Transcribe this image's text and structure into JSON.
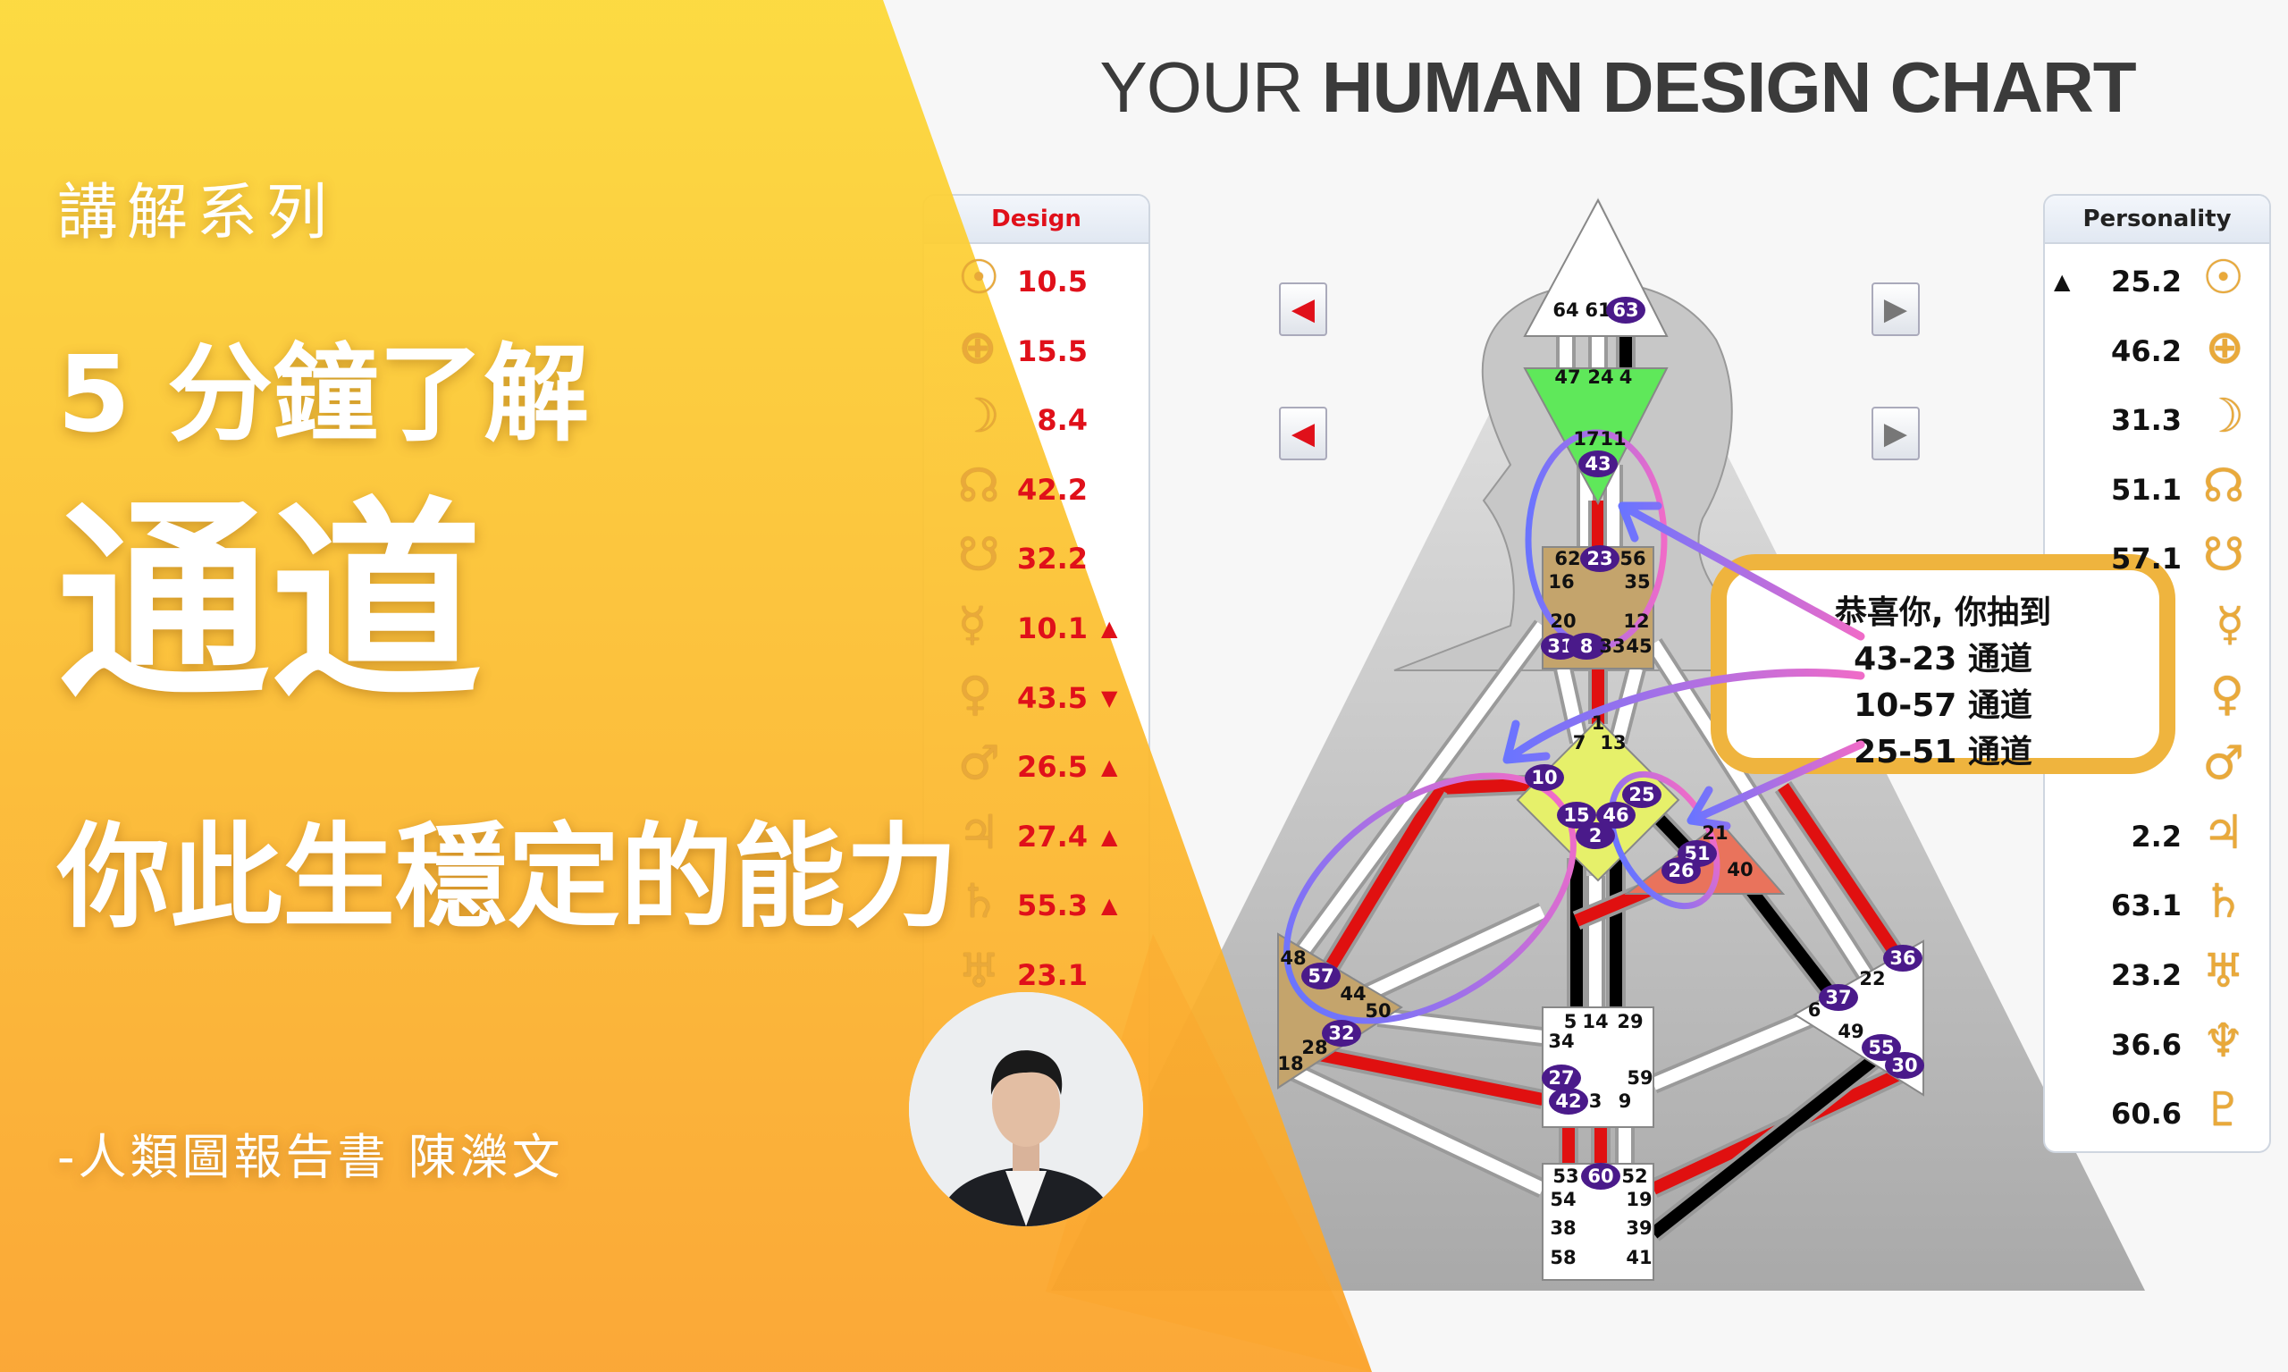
{
  "title": {
    "light": "YOUR ",
    "bold": "HUMAN DESIGN CHART"
  },
  "thumbnail": {
    "series_label": "講解系列",
    "headline": "5 分鐘了解",
    "topic": "通道",
    "subtitle": "你此生穩定的能力",
    "author": "-人類圖報告書 陳濼文",
    "colors": {
      "panel_top": "#fdd835",
      "panel_bottom": "#fba229",
      "text": "#ffffff"
    }
  },
  "design_panel": {
    "header": "Design",
    "color": "#e0101a",
    "rows": [
      {
        "glyph": "☉",
        "value": "10.5",
        "dir": ""
      },
      {
        "glyph": "⊕",
        "value": "15.5",
        "dir": ""
      },
      {
        "glyph": "☽",
        "value": "8.4",
        "dir": ""
      },
      {
        "glyph": "☊",
        "value": "42.2",
        "dir": ""
      },
      {
        "glyph": "☋",
        "value": "32.2",
        "dir": ""
      },
      {
        "glyph": "☿",
        "value": "10.1",
        "dir": "▲"
      },
      {
        "glyph": "♀",
        "value": "43.5",
        "dir": "▼"
      },
      {
        "glyph": "♂",
        "value": "26.5",
        "dir": "▲"
      },
      {
        "glyph": "♃",
        "value": "27.4",
        "dir": "▲"
      },
      {
        "glyph": "♄",
        "value": "55.3",
        "dir": "▲"
      },
      {
        "glyph": "♅",
        "value": "23.1",
        "dir": ""
      }
    ]
  },
  "personality_panel": {
    "header": "Personality",
    "color": "#111111",
    "rows": [
      {
        "glyph": "☉",
        "value": "25.2",
        "dir": "▲"
      },
      {
        "glyph": "⊕",
        "value": "46.2",
        "dir": ""
      },
      {
        "glyph": "☽",
        "value": "31.3",
        "dir": ""
      },
      {
        "glyph": "☊",
        "value": "51.1",
        "dir": ""
      },
      {
        "glyph": "☋",
        "value": "57.1",
        "dir": ""
      },
      {
        "glyph": "☿",
        "value": "",
        "dir": ""
      },
      {
        "glyph": "♀",
        "value": "",
        "dir": ""
      },
      {
        "glyph": "♂",
        "value": "",
        "dir": ""
      },
      {
        "glyph": "♃",
        "value": "2.2",
        "dir": ""
      },
      {
        "glyph": "♄",
        "value": "63.1",
        "dir": ""
      },
      {
        "glyph": "♅",
        "value": "23.2",
        "dir": ""
      },
      {
        "glyph": "♆",
        "value": "36.6",
        "dir": ""
      },
      {
        "glyph": "♇",
        "value": "60.6",
        "dir": ""
      }
    ]
  },
  "nav": {
    "left_icon": "red-arrow-left-icon",
    "right_icon": "gray-arrow-right-icon",
    "left_glyph": "◀",
    "right_glyph": "▶"
  },
  "callout": {
    "lines": [
      "恭喜你, 你抽到",
      "43-23 通道",
      "10-57 通道",
      "25-51 通道"
    ],
    "border_color": "#efb43e"
  },
  "bodygraph": {
    "active_gate_color": "#4a1a8a",
    "centers": {
      "head": {
        "color": "#ffffff",
        "gates": [
          {
            "n": "64"
          },
          {
            "n": "61"
          },
          {
            "n": "63",
            "active": true
          }
        ]
      },
      "ajna": {
        "color": "#5fe85a",
        "gates": [
          {
            "n": "47"
          },
          {
            "n": "24"
          },
          {
            "n": "4"
          },
          {
            "n": "17"
          },
          {
            "n": "11"
          },
          {
            "n": "43",
            "active": true
          }
        ]
      },
      "throat": {
        "color": "#c4a46c",
        "gates": [
          {
            "n": "62"
          },
          {
            "n": "23",
            "active": true
          },
          {
            "n": "56"
          },
          {
            "n": "16"
          },
          {
            "n": "35"
          },
          {
            "n": "20"
          },
          {
            "n": "12"
          },
          {
            "n": "31",
            "active": true
          },
          {
            "n": "8",
            "active": true
          },
          {
            "n": "33"
          },
          {
            "n": "45"
          }
        ]
      },
      "g": {
        "color": "#e6f06a",
        "gates": [
          {
            "n": "1"
          },
          {
            "n": "7"
          },
          {
            "n": "13"
          },
          {
            "n": "10",
            "active": true
          },
          {
            "n": "25",
            "active": true
          },
          {
            "n": "15",
            "active": true
          },
          {
            "n": "46",
            "active": true
          },
          {
            "n": "2",
            "active": true
          }
        ]
      },
      "heart": {
        "color": "#e9735c",
        "gates": [
          {
            "n": "21"
          },
          {
            "n": "51",
            "active": true
          },
          {
            "n": "26",
            "active": true
          },
          {
            "n": "40"
          }
        ]
      },
      "spleen": {
        "color": "#c4a46c",
        "gates": [
          {
            "n": "48"
          },
          {
            "n": "57",
            "active": true
          },
          {
            "n": "44"
          },
          {
            "n": "50"
          },
          {
            "n": "32",
            "active": true
          },
          {
            "n": "28"
          },
          {
            "n": "18"
          }
        ]
      },
      "solar_plexus": {
        "color": "#ffffff",
        "gates": [
          {
            "n": "36",
            "active": true
          },
          {
            "n": "22"
          },
          {
            "n": "37",
            "active": true
          },
          {
            "n": "6"
          },
          {
            "n": "49"
          },
          {
            "n": "55",
            "active": true
          },
          {
            "n": "30",
            "active": true
          }
        ]
      },
      "sacral": {
        "color": "#ffffff",
        "gates": [
          {
            "n": "5"
          },
          {
            "n": "14"
          },
          {
            "n": "29"
          },
          {
            "n": "34"
          },
          {
            "n": "27",
            "active": true
          },
          {
            "n": "59"
          },
          {
            "n": "42",
            "active": true
          },
          {
            "n": "3"
          },
          {
            "n": "9"
          }
        ]
      },
      "root": {
        "color": "#ffffff",
        "gates": [
          {
            "n": "53"
          },
          {
            "n": "60",
            "active": true
          },
          {
            "n": "52"
          },
          {
            "n": "54"
          },
          {
            "n": "19"
          },
          {
            "n": "38"
          },
          {
            "n": "39"
          },
          {
            "n": "58"
          },
          {
            "n": "41"
          }
        ]
      }
    },
    "highlighted_channels": [
      "43-23",
      "10-57",
      "25-51"
    ]
  }
}
